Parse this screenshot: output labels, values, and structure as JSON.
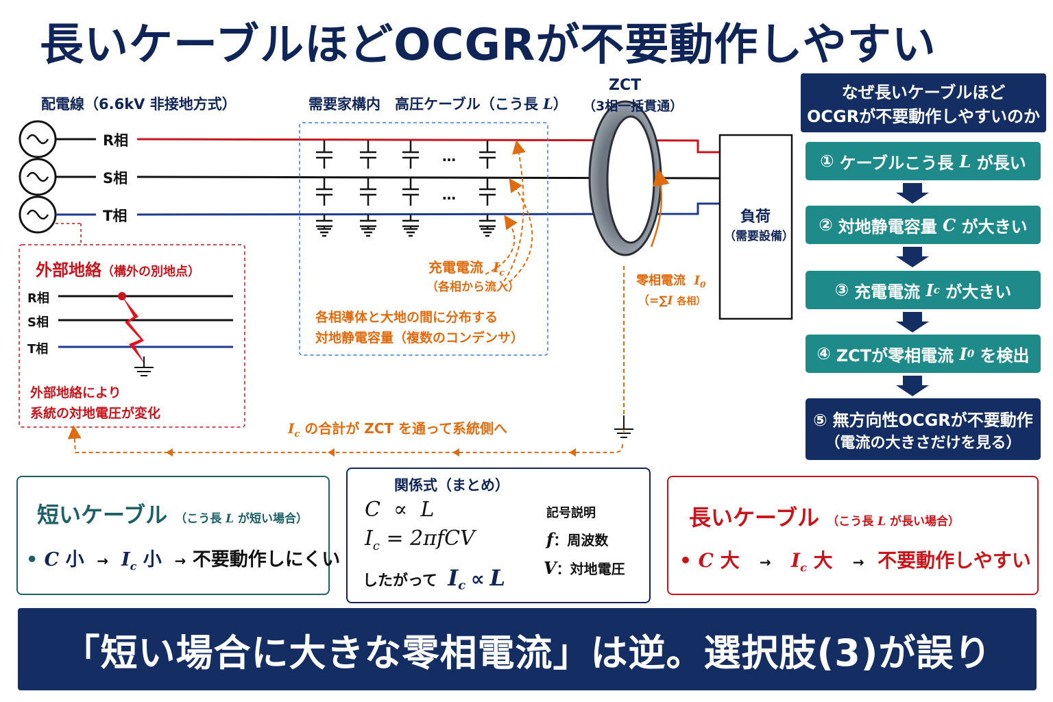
{
  "title": "長いケーブルほどOCGRが不要動作しやすい",
  "distribution": {
    "label": "配電線（6.6kV 非接地方式）",
    "phases": [
      "R相",
      "S相",
      "T相"
    ]
  },
  "cable": {
    "label_prefix": "需要家構内　高圧ケーブル（こう長",
    "label_symbol": "L",
    "label_suffix": "）",
    "dots": "…",
    "charging_label": "充電電流",
    "charging_symbol": "I",
    "charging_sub": "c",
    "charging_note": "（各相から流入）",
    "capacitance_note_1": "各相導体と大地の間に分布する",
    "capacitance_note_2": "対地静電容量（複数のコンデンサ）"
  },
  "zct": {
    "label": "ZCT",
    "sublabel": "（3相一括貫通）",
    "zero_label": "零相電流",
    "zero_symbol": "I",
    "zero_sub": "0",
    "zero_note_prefix": "（=∑",
    "zero_note_symbol": "I",
    "zero_note_suffix": "各相）"
  },
  "load": {
    "label": "負荷",
    "sublabel": "（需要設備）"
  },
  "external_fault": {
    "title": "外部地絡",
    "title_note": "（構外の別地点）",
    "phases": [
      "R相",
      "S相",
      "T相"
    ],
    "note_1": "外部地絡により",
    "note_2": "系統の対地電圧が変化"
  },
  "return_path": {
    "symbol": "I",
    "sub": "c",
    "text": "の合計が ZCT を通って系統側へ"
  },
  "why": {
    "title_1": "なぜ長いケーブルほど",
    "title_2": "OCGRが不要動作しやすいのか",
    "steps": [
      {
        "num": "①",
        "pre": "ケーブルこう長",
        "sym": "L",
        "sub": "",
        "post": "が長い"
      },
      {
        "num": "②",
        "pre": "対地静電容量",
        "sym": "C",
        "sub": "",
        "post": "が大きい"
      },
      {
        "num": "③",
        "pre": "充電電流",
        "sym": "I",
        "sub": "c",
        "post": "が大きい"
      },
      {
        "num": "④",
        "pre": "ZCTが零相電流",
        "sym": "I",
        "sub": "0",
        "post": "を検出"
      },
      {
        "num": "⑤",
        "pre": "無方向性OCGRが不要動作",
        "sym": "",
        "sub": "",
        "post": "",
        "line2": "（電流の大きさだけを見る）"
      }
    ]
  },
  "short_cable": {
    "title": "短いケーブル",
    "note_pre": "（こう長",
    "note_sym": "L",
    "note_post": "が短い場合）",
    "bullet": "•",
    "c_sym": "C",
    "c_word": "小",
    "arrow": "→",
    "i_sym": "I",
    "i_sub": "c",
    "i_word": "小",
    "result": "不要動作しにくい"
  },
  "relation": {
    "title": "関係式（まとめ）",
    "eq1_left": "C",
    "eq1_op": "∝",
    "eq1_right": "L",
    "eq2_left": "I",
    "eq2_sub": "c",
    "eq2_right": "= 2πfCV",
    "conclusion_pre": "したがって",
    "conclusion_i": "I",
    "conclusion_sub": "c",
    "conclusion_op": "∝",
    "conclusion_l": "L",
    "legend_title": "記号説明",
    "legend_f_sym": "f",
    "legend_f": "：周波数",
    "legend_v_sym": "V",
    "legend_v": "：対地電圧"
  },
  "long_cable": {
    "title": "長いケーブル",
    "note_pre": "（こう長",
    "note_sym": "L",
    "note_post": "が長い場合）",
    "bullet": "•",
    "c_sym": "C",
    "c_word": "大",
    "arrow": "→",
    "i_sym": "I",
    "i_sub": "c",
    "i_word": "大",
    "result": "不要動作しやすい"
  },
  "banner": "「短い場合に大きな零相電流」は逆。選択肢(3)が誤り",
  "colors": {
    "navy": "#0f2557",
    "teal": "#1f8a8a",
    "orange": "#e06c10",
    "red": "#c8141b",
    "blue_line": "#1b3a8c"
  }
}
